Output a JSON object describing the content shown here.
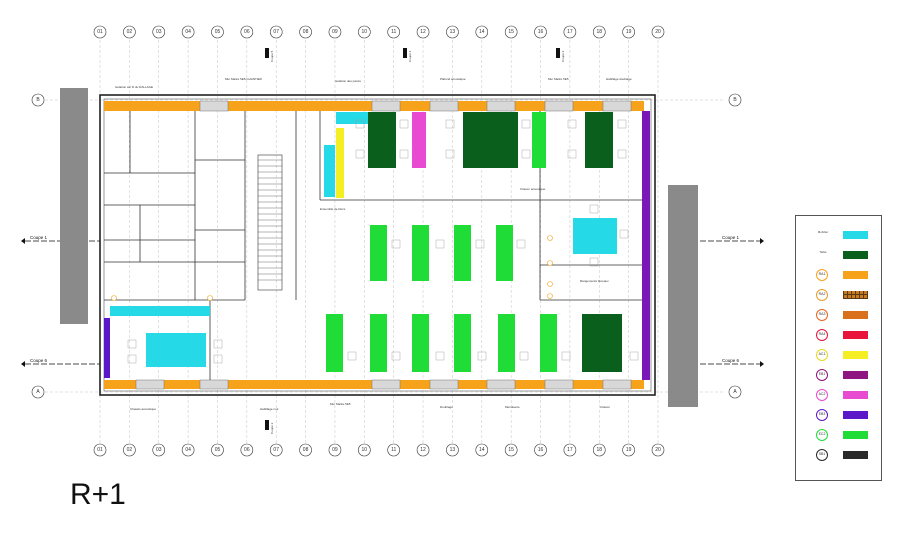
{
  "level_label": "R+1",
  "grid_columns": [
    "01",
    "02",
    "03",
    "04",
    "05",
    "06",
    "07",
    "08",
    "09",
    "10",
    "11",
    "12",
    "13",
    "14",
    "15",
    "16",
    "17",
    "18",
    "19",
    "20"
  ],
  "grid_rows": [
    "B",
    "A"
  ],
  "section_marks": [
    "Coupe 1",
    "Coupe 6",
    "Coupe 1",
    "Coupe 6"
  ],
  "vertical_sections": [
    "Coupe 5",
    "Coupe 4",
    "Coupe 2",
    "Coupe 3"
  ],
  "legend": [
    {
      "code": "",
      "text": "Mobilier",
      "color": "#26d9e6",
      "pattern": "solid"
    },
    {
      "code": "",
      "text": "Table",
      "color": "#0b5f1c",
      "pattern": "solid"
    },
    {
      "code": "RA1",
      "color": "#f7a21b",
      "badge_color": "#f7a21b",
      "pattern": "solid"
    },
    {
      "code": "RA2",
      "color": "#c77a1e",
      "badge_color": "#e89a2a",
      "pattern": "grid"
    },
    {
      "code": "RA3",
      "color": "#d9701b",
      "badge_color": "#e5651e",
      "pattern": "solid"
    },
    {
      "code": "RA4",
      "color": "#e8143c",
      "badge_color": "#e8143c",
      "pattern": "solid"
    },
    {
      "code": "AC1",
      "color": "#f5ee22",
      "badge_color": "#e5d81e",
      "pattern": "solid"
    },
    {
      "code": "EB1",
      "color": "#8f1580",
      "badge_color": "#8f1580",
      "pattern": "solid"
    },
    {
      "code": "AC2",
      "color": "#e84bd2",
      "badge_color": "#e84bd2",
      "pattern": "solid"
    },
    {
      "code": "EB3",
      "color": "#5b18c9",
      "badge_color": "#5b18c9",
      "pattern": "solid"
    },
    {
      "code": "EC2",
      "color": "#1fdc36",
      "badge_color": "#1fdc36",
      "pattern": "solid"
    },
    {
      "code": "SB1",
      "color": "#2a2a2a",
      "badge_color": "#2a2a2a",
      "pattern": "solid"
    }
  ]
}
